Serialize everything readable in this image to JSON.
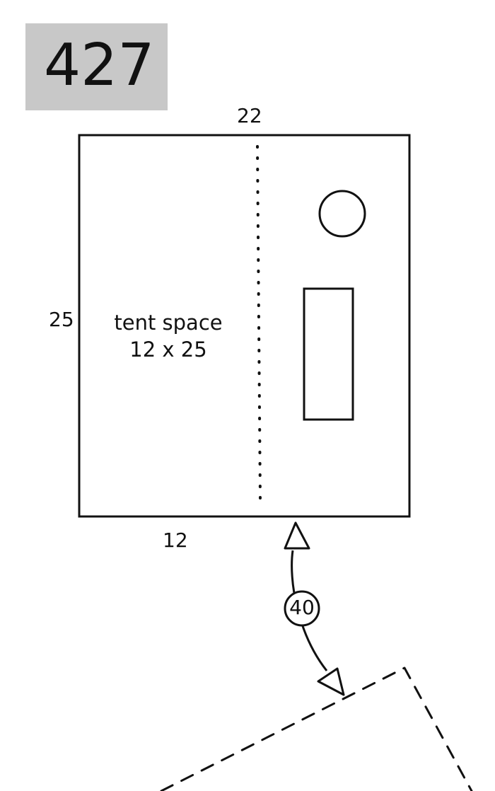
{
  "site": {
    "number": "427"
  },
  "dimensions": {
    "top": "22",
    "left": "25",
    "bottom": "12"
  },
  "tent_space": {
    "title": "tent space",
    "size": "12 x 25"
  },
  "distance": {
    "label": "40"
  },
  "colors": {
    "badge_background": "#c8c8c8",
    "line": "#111111",
    "background": "#ffffff"
  }
}
